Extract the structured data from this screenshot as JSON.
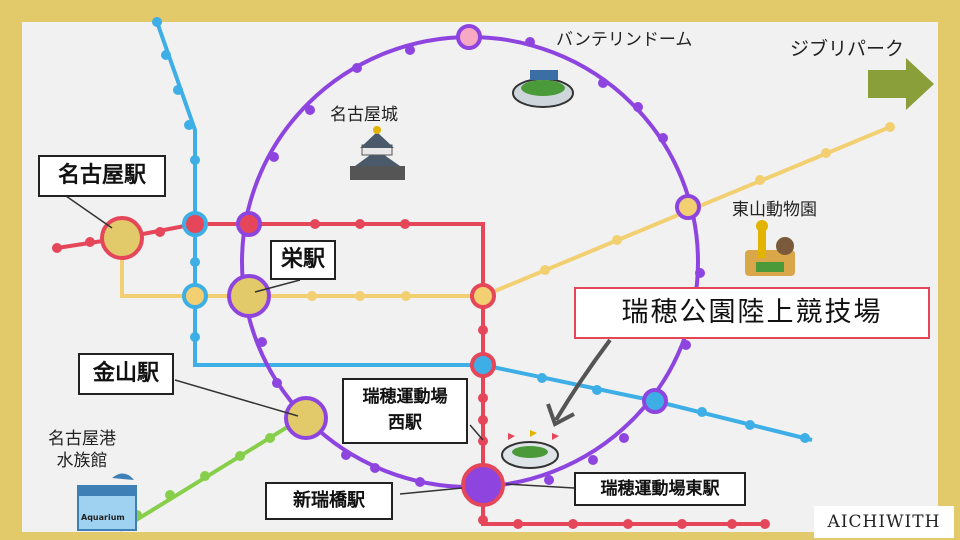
{
  "stations": {
    "nagoya": "名古屋駅",
    "sakae": "栄駅",
    "kanayama": "金山駅",
    "mizuho_west": "瑞穂運動場\n西駅",
    "shin_mizuhobashi": "新瑞橋駅",
    "mizuho_east": "瑞穂運動場東駅"
  },
  "landmarks": {
    "vantelin_dome": "バンテリンドーム",
    "ghibli_park": "ジブリパーク",
    "nagoya_castle": "名古屋城",
    "higashiyama_zoo": "東山動物園",
    "aquarium": "名古屋港\n水族館",
    "aquarium_sign": "Aquarium",
    "stadium": "瑞穂公園陸上競技場"
  },
  "brand": "AICHIWITH",
  "colors": {
    "background": "#f1f1f1",
    "frame": "#e2c96a",
    "meijo_line": "#8e45e0",
    "sakuradori_line": "#e5465a",
    "higashiyama_line": "#f2cf70",
    "tsurumai_line": "#3eaee6",
    "aonami_line": "#87cf4a",
    "arrow": "#8a9e3a",
    "highlight_box": "#e5465a"
  }
}
